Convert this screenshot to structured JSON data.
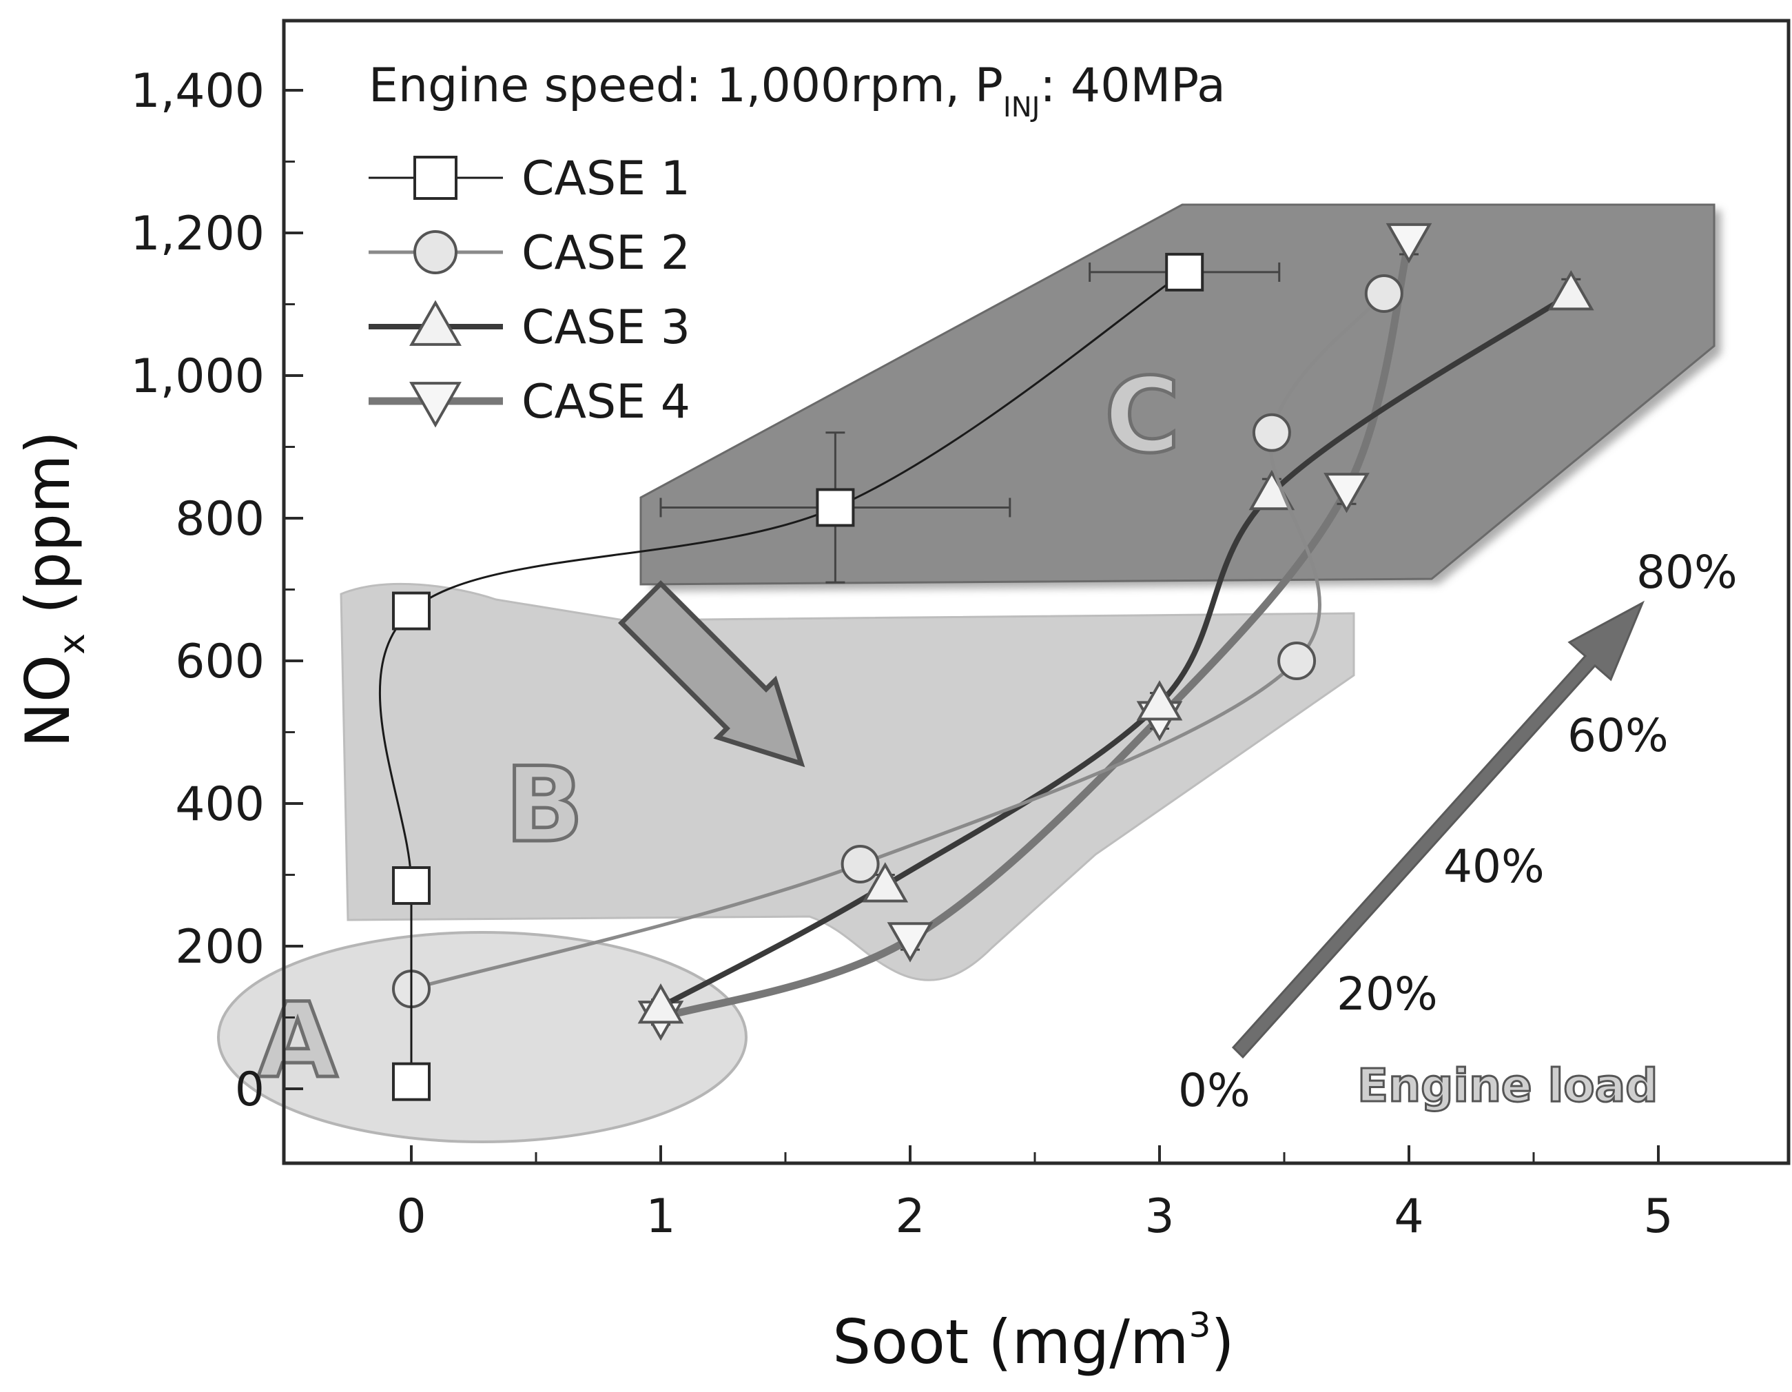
{
  "chart_data": {
    "type": "line",
    "title": "Engine speed: 1,000rpm, P_INJ: 40MPa",
    "title_parts": {
      "main": "Engine speed: 1,000rpm, P",
      "sub": "INJ",
      "tail": ": 40MPa"
    },
    "xlabel": "Soot (mg/m3)",
    "xlabel_parts": {
      "main": "Soot (mg/m",
      "sup": "3",
      "tail": ")"
    },
    "ylabel": "NOx (ppm)",
    "ylabel_parts": {
      "main": "NO",
      "sub": "x",
      "tail": " (ppm)"
    },
    "xlim": [
      -0.5,
      5.3
    ],
    "ylim": [
      -100,
      1500
    ],
    "x_ticks": [
      0,
      1,
      2,
      3,
      4,
      5
    ],
    "x_tick_labels": [
      "0",
      "1",
      "2",
      "3",
      "4",
      "5"
    ],
    "y_ticks": [
      0,
      200,
      400,
      600,
      800,
      1000,
      1200,
      1400
    ],
    "y_tick_labels": [
      "0",
      "200",
      "400",
      "600",
      "800",
      "1,000",
      "1,200",
      "1,400"
    ],
    "grid": false,
    "legend_position": "top-left",
    "series": [
      {
        "name": "CASE 1",
        "marker": "square",
        "color": "#1a1a1a",
        "x": [
          0,
          0,
          0,
          1.7,
          3.1
        ],
        "y": [
          10,
          285,
          670,
          815,
          1145
        ],
        "xerr": [
          0,
          0,
          0,
          0.7,
          0.38
        ],
        "yerr": [
          10,
          15,
          20,
          105,
          15
        ]
      },
      {
        "name": "CASE 2",
        "marker": "circle",
        "color": "#8a8a8a",
        "x": [
          0,
          1.8,
          3.55,
          3.45,
          3.9
        ],
        "y": [
          140,
          315,
          600,
          920,
          1115
        ],
        "xerr": [
          0,
          0,
          0,
          0,
          0
        ],
        "yerr": [
          10,
          15,
          15,
          20,
          15
        ]
      },
      {
        "name": "CASE 3",
        "marker": "triangle-up",
        "color": "#3a3a3a",
        "x": [
          1.0,
          1.9,
          3.0,
          3.45,
          4.65
        ],
        "y": [
          115,
          285,
          540,
          835,
          1115
        ],
        "xerr": [
          0,
          0,
          0,
          0,
          0
        ],
        "yerr": [
          10,
          15,
          15,
          20,
          20
        ]
      },
      {
        "name": "CASE 4",
        "marker": "triangle-down",
        "color": "#777777",
        "x": [
          1.0,
          2.0,
          3.0,
          3.75,
          4.0
        ],
        "y": [
          100,
          210,
          520,
          840,
          1190
        ],
        "xerr": [
          0,
          0,
          0,
          0,
          0
        ],
        "yerr": [
          10,
          15,
          15,
          20,
          20
        ]
      }
    ],
    "regions": [
      {
        "label": "A",
        "color": "#dcdcdc"
      },
      {
        "label": "B",
        "color": "#cdcdcd"
      },
      {
        "label": "C",
        "color": "#8c8c8c"
      }
    ],
    "engine_load": {
      "title": "Engine load",
      "labels": [
        "0%",
        "20%",
        "40%",
        "60%",
        "80%"
      ]
    }
  }
}
